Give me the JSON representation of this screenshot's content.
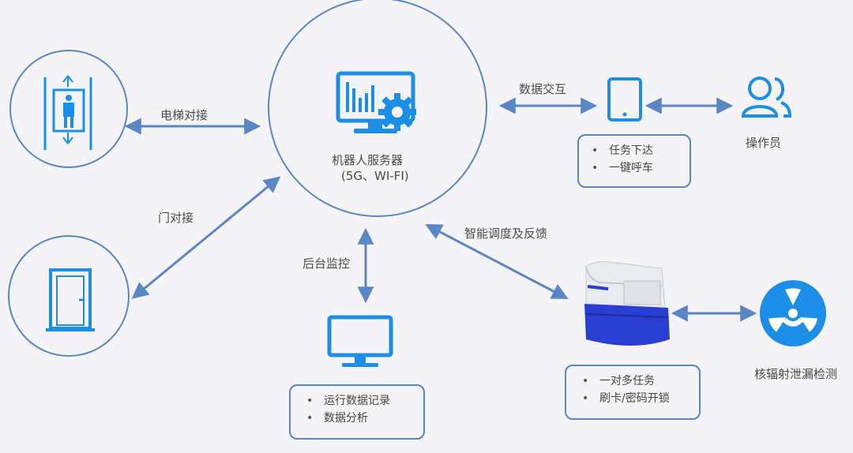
{
  "colors": {
    "line": "#5b86c5",
    "icon": "#1d8ee6",
    "robot_base": "#2a3fd1",
    "background": "#f4f4f6"
  },
  "server": {
    "icon": "server-monitor-gear-icon",
    "label": "机器人服务器",
    "sublabel": "(5G、WI-FI)"
  },
  "elevator": {
    "icon": "elevator-icon",
    "link_label": "电梯对接"
  },
  "door": {
    "icon": "door-icon",
    "link_label": "门对接"
  },
  "monitor": {
    "icon": "monitor-icon",
    "link_label": "后台监控",
    "items": [
      "运行数据记录",
      "数据分析"
    ]
  },
  "tablet": {
    "icon": "tablet-icon",
    "link_label": "数据交互",
    "items": [
      "任务下达",
      "一键呼车"
    ]
  },
  "operator": {
    "icon": "users-icon",
    "label": "操作员"
  },
  "robot": {
    "icon": "robot-image",
    "link_label": "智能调度及反馈",
    "items": [
      "一对多任务",
      "刷卡/密码开锁"
    ]
  },
  "radiation": {
    "icon": "radiation-icon",
    "label": "核辐射泄漏检测"
  },
  "bullet": "•"
}
